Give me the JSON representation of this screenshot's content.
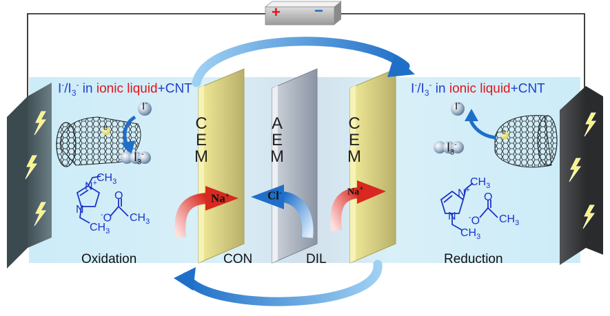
{
  "battery": {
    "plus": "+",
    "minus": "−",
    "plus_color": "#e0141c",
    "minus_color": "#1764c8"
  },
  "left_title": {
    "a": "I",
    "a_sup": "-",
    "b": "/I",
    "b_sub": "3",
    "b_sup": "-",
    "c": " in ",
    "ionic": "ionic",
    "liquid": "liquid",
    "d": "+CNT"
  },
  "right_title": {
    "a": "I",
    "a_sup": "-",
    "b": "/I",
    "b_sub": "3",
    "b_sup": "-",
    "c": " in ",
    "ionic": "ionic",
    "liquid": "liquid",
    "d": "+CNT"
  },
  "membranes": [
    {
      "letters": [
        "C",
        "E",
        "M"
      ],
      "color": "#c9c27a"
    },
    {
      "letters": [
        "A",
        "E",
        "M"
      ],
      "color": "#9aa4b4"
    },
    {
      "letters": [
        "C",
        "E",
        "M"
      ],
      "color": "#c9c27a"
    }
  ],
  "ions": {
    "na_left": {
      "base": "Na",
      "sup": "+"
    },
    "cl": {
      "base": "Cl",
      "sup": "-"
    },
    "na_right": {
      "base": "Na",
      "sup": "+"
    }
  },
  "redox_left": {
    "i_minus": "I",
    "i_minus_sup": "-",
    "i3": "I",
    "i3_sub": "3",
    "i3_sup": "-",
    "electron": "e"
  },
  "redox_right": {
    "i_minus": "I",
    "i_minus_sup": "-",
    "i3": "I",
    "i3_sub": "3",
    "i3_sup": "-",
    "electron": "e"
  },
  "ionic_liquid": {
    "ch3_top": "CH",
    "ch3_top_sub": "3",
    "n_plus": "N",
    "n_plus_sup": "+",
    "n": "N",
    "ch3_bottom": "CH",
    "ch3_bottom_sub": "3",
    "o_minus": "O",
    "o_minus_sup": "-",
    "o": "O",
    "ch3_acetate": "CH",
    "ch3_acetate_sub": "3"
  },
  "zones": {
    "oxidation": "Oxidation",
    "con": "CON",
    "dil": "DIL",
    "reduction": "Reduction"
  },
  "colors": {
    "solution": "#d8f1fa",
    "electrode": "#4d5f66",
    "electrode_right": "#3d3f42",
    "arrow_blue": "#2a7fd4",
    "arrow_red": "#e8403c",
    "wire": "#111111",
    "glow": "#f4f08a"
  }
}
